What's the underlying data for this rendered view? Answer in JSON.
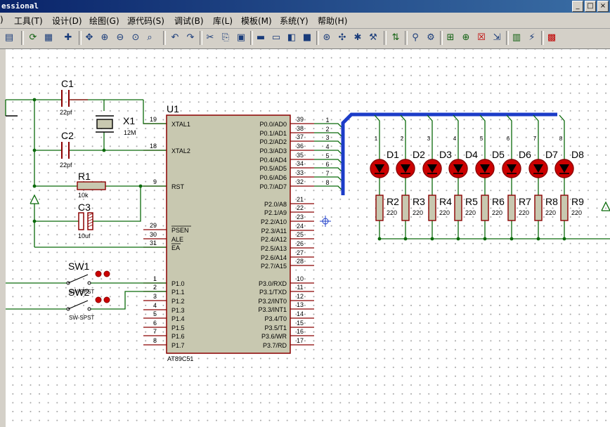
{
  "window": {
    "title": "essional"
  },
  "menu": [
    "工具(T)",
    "设计(D)",
    "绘图(G)",
    "源代码(S)",
    "调试(B)",
    "库(L)",
    "模板(M)",
    "系统(Y)",
    "帮助(H)"
  ],
  "menu_prefix": ")",
  "schematic": {
    "mcu": {
      "ref": "U1",
      "part": "AT89C51",
      "left_pins": [
        {
          "num": "19",
          "name": "XTAL1"
        },
        {
          "num": "18",
          "name": "XTAL2"
        },
        {
          "num": "9",
          "name": "RST"
        },
        {
          "num": "29",
          "name": "PSEN"
        },
        {
          "num": "30",
          "name": "ALE"
        },
        {
          "num": "31",
          "name": "EA"
        },
        {
          "num": "1",
          "name": "P1.0"
        },
        {
          "num": "2",
          "name": "P1.1"
        },
        {
          "num": "3",
          "name": "P1.2"
        },
        {
          "num": "4",
          "name": "P1.3"
        },
        {
          "num": "5",
          "name": "P1.4"
        },
        {
          "num": "6",
          "name": "P1.5"
        },
        {
          "num": "7",
          "name": "P1.6"
        },
        {
          "num": "8",
          "name": "P1.7"
        }
      ],
      "right_pins": [
        {
          "num": "39",
          "name": "P0.0/AD0"
        },
        {
          "num": "38",
          "name": "P0.1/AD1"
        },
        {
          "num": "37",
          "name": "P0.2/AD2"
        },
        {
          "num": "36",
          "name": "P0.3/AD3"
        },
        {
          "num": "35",
          "name": "P0.4/AD4"
        },
        {
          "num": "34",
          "name": "P0.5/AD5"
        },
        {
          "num": "33",
          "name": "P0.6/AD6"
        },
        {
          "num": "32",
          "name": "P0.7/AD7"
        },
        {
          "num": "21",
          "name": "P2.0/A8"
        },
        {
          "num": "22",
          "name": "P2.1/A9"
        },
        {
          "num": "23",
          "name": "P2.2/A10"
        },
        {
          "num": "24",
          "name": "P2.3/A11"
        },
        {
          "num": "25",
          "name": "P2.4/A12"
        },
        {
          "num": "26",
          "name": "P2.5/A13"
        },
        {
          "num": "27",
          "name": "P2.6/A14"
        },
        {
          "num": "28",
          "name": "P2.7/A15"
        },
        {
          "num": "10",
          "name": "P3.0/RXD"
        },
        {
          "num": "11",
          "name": "P3.1/TXD"
        },
        {
          "num": "12",
          "name": "P3.2/INT0"
        },
        {
          "num": "13",
          "name": "P3.3/INT1"
        },
        {
          "num": "14",
          "name": "P3.4/T0"
        },
        {
          "num": "15",
          "name": "P3.5/T1"
        },
        {
          "num": "16",
          "name": "P3.6/WR"
        },
        {
          "num": "17",
          "name": "P3.7/RD"
        }
      ],
      "bus_labels": [
        "1",
        "2",
        "3",
        "4",
        "5",
        "6",
        "7",
        "8"
      ]
    },
    "components": {
      "c1": {
        "ref": "C1",
        "value": "22pf"
      },
      "c2": {
        "ref": "C2",
        "value": "22pf"
      },
      "x1": {
        "ref": "X1",
        "value": "12M"
      },
      "r1": {
        "ref": "R1",
        "value": "10k"
      },
      "c3": {
        "ref": "C3",
        "value": "10uf"
      },
      "sw1": {
        "ref": "SW1",
        "part": "SW-SPST"
      },
      "sw2": {
        "ref": "SW2",
        "part": "SW-SPST"
      }
    },
    "leds": [
      {
        "ref": "D1",
        "net": "1"
      },
      {
        "ref": "D2",
        "net": "2"
      },
      {
        "ref": "D3",
        "net": "3"
      },
      {
        "ref": "D4",
        "net": "4"
      },
      {
        "ref": "D5",
        "net": "5"
      },
      {
        "ref": "D6",
        "net": "6"
      },
      {
        "ref": "D7",
        "net": "7"
      },
      {
        "ref": "D8",
        "net": "8"
      }
    ],
    "resistors": [
      {
        "ref": "R2",
        "value": "220"
      },
      {
        "ref": "R3",
        "value": "220"
      },
      {
        "ref": "R4",
        "value": "220"
      },
      {
        "ref": "R5",
        "value": "220"
      },
      {
        "ref": "R6",
        "value": "220"
      },
      {
        "ref": "R7",
        "value": "220"
      },
      {
        "ref": "R8",
        "value": "220"
      },
      {
        "ref": "R9",
        "value": "220"
      }
    ]
  },
  "colors": {
    "wire": "#0a6a0a",
    "component": "#8b0000",
    "body_fill": "#c8c8b0",
    "bus": "#1c3cc8",
    "led_fill": "#cc0000"
  }
}
